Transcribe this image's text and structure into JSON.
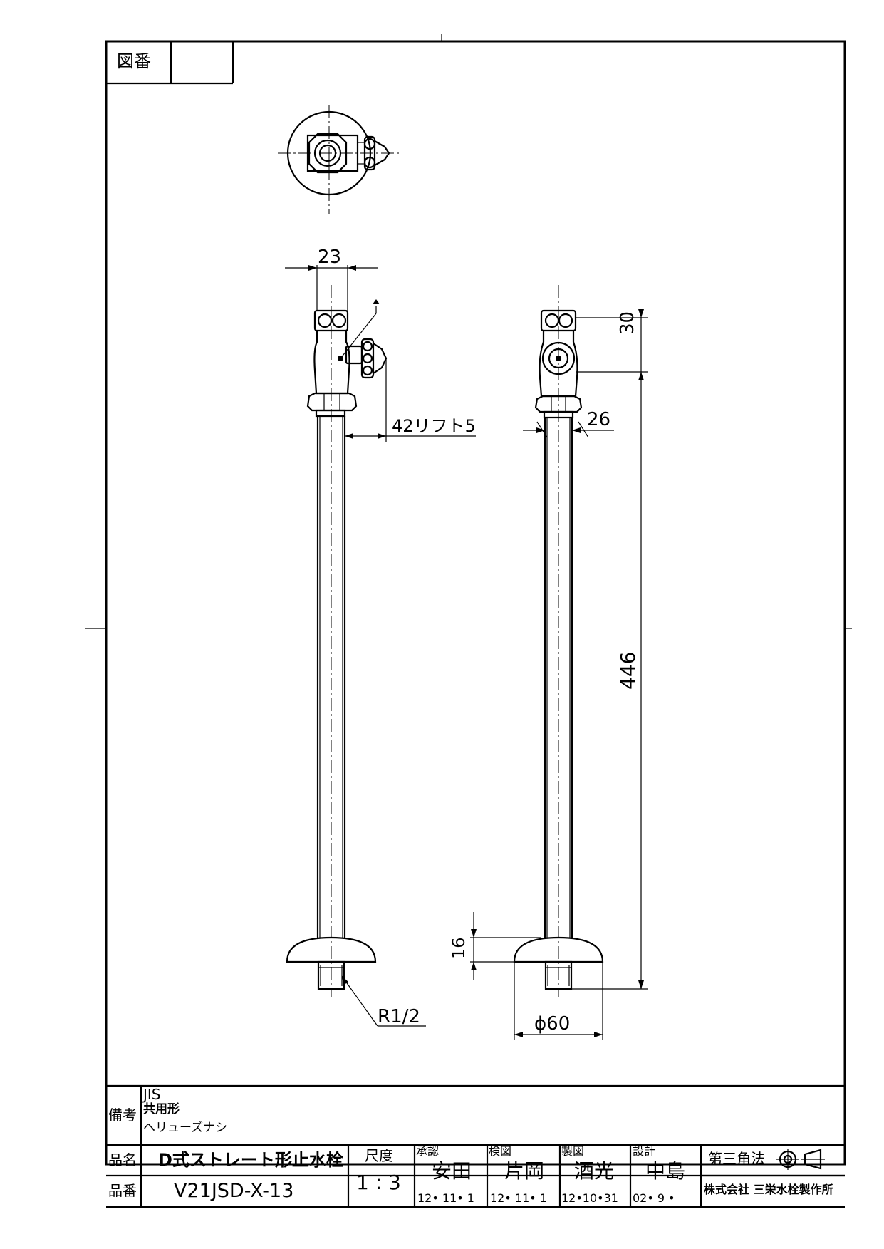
{
  "zuban": {
    "label": "図番",
    "value": ""
  },
  "dimensions": {
    "d23": "23",
    "d42": "42リフト5",
    "d30": "30",
    "d26": "26",
    "d446": "446",
    "d16": "16",
    "dR12": "R1/2",
    "d60": "ϕ60"
  },
  "notes": {
    "label": "備考",
    "line1": "JIS",
    "line2": "共用形",
    "line3": "ヘリューズナシ"
  },
  "title_block": {
    "hinmei_label": "品名",
    "hinmei_value": "D式ストレート形止水栓",
    "hinban_label": "品番",
    "hinban_value": "V21JSD-X-13",
    "scale_label": "尺度",
    "scale_value": "1 : 3",
    "approve_label": "承認",
    "approve_name": "安田",
    "approve_date": "12• 11• 1",
    "check_label": "検図",
    "check_name": "片岡",
    "check_date": "12• 11• 1",
    "draw_label": "製図",
    "draw_name": "酒光",
    "draw_date": "12•10•31",
    "design_label": "設計",
    "design_name": "中島",
    "design_date": "02• 9 •",
    "projection": "第三角法",
    "company": "株式会社 三栄水栓製作所"
  }
}
